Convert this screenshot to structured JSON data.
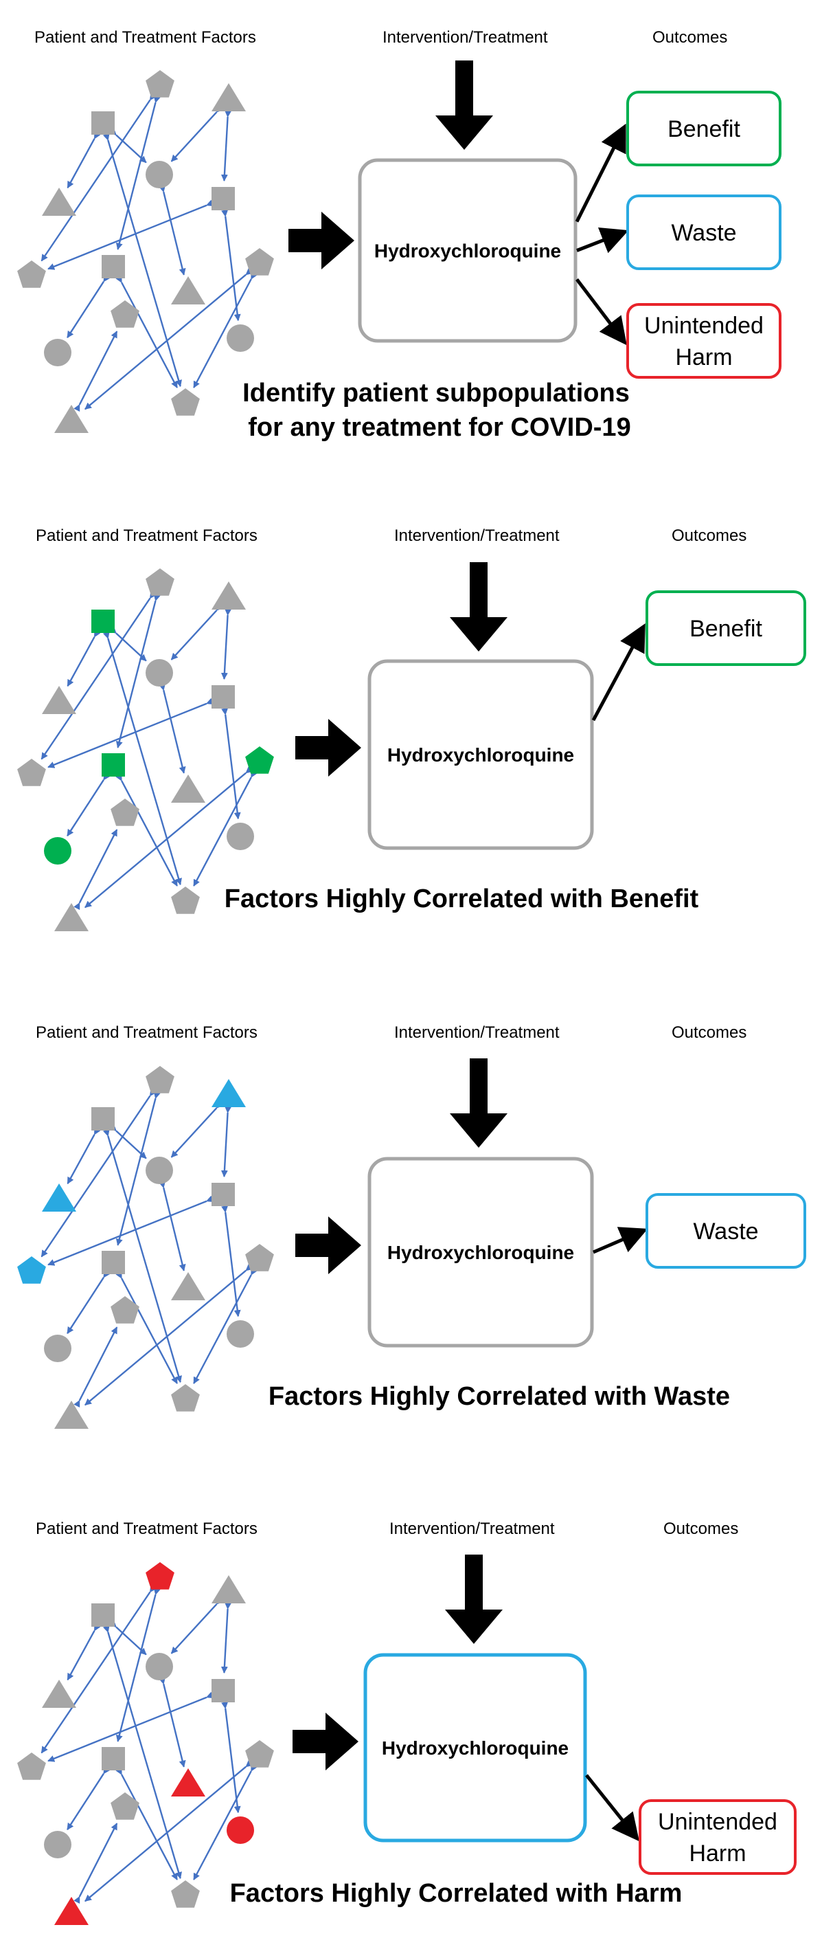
{
  "colors": {
    "gray": "#a6a6a6",
    "green": "#00b050",
    "blue": "#29a9e1",
    "red": "#e8232a",
    "edge": "#4472c4",
    "box_border": "#a6a6a6"
  },
  "panels": [
    {
      "header_factors": "Patient and Treatment Factors",
      "header_intervention": "Intervention/Treatment",
      "header_outcomes": "Outcomes",
      "center": "Hydroxychloroquine",
      "center_style": "gray",
      "outcomes": [
        {
          "lines": [
            "Benefit"
          ],
          "color": "green"
        },
        {
          "lines": [
            "Waste"
          ],
          "color": "blue"
        },
        {
          "lines": [
            "Unintended",
            "Harm"
          ],
          "color": "red"
        }
      ],
      "caption": [
        "Identify patient subpopulations",
        "for any treatment for COVID-19"
      ],
      "highlight": "none"
    },
    {
      "header_factors": "Patient and Treatment Factors",
      "header_intervention": "Intervention/Treatment",
      "header_outcomes": "Outcomes",
      "center": "Hydroxychloroquine",
      "center_style": "gray",
      "outcomes": [
        {
          "lines": [
            "Benefit"
          ],
          "color": "green"
        }
      ],
      "caption": [
        "Factors Highly Correlated with Benefit"
      ],
      "highlight": "benefit"
    },
    {
      "header_factors": "Patient and Treatment Factors",
      "header_intervention": "Intervention/Treatment",
      "header_outcomes": "Outcomes",
      "center": "Hydroxychloroquine",
      "center_style": "gray",
      "outcomes": [
        {
          "lines": [
            "Waste"
          ],
          "color": "blue"
        }
      ],
      "caption": [
        "Factors Highly Correlated with Waste"
      ],
      "highlight": "waste"
    },
    {
      "header_factors": "Patient and Treatment Factors",
      "header_intervention": "Intervention/Treatment",
      "header_outcomes": "Outcomes",
      "center": "Hydroxychloroquine",
      "center_style": "blue",
      "outcomes": [
        {
          "lines": [
            "Unintended",
            "Harm"
          ],
          "color": "red"
        }
      ],
      "caption": [
        "Factors Highly Correlated with Harm"
      ],
      "highlight": "harm"
    }
  ],
  "nodes": [
    {
      "id": "pentagon-top",
      "shape": "pentagon"
    },
    {
      "id": "triangle-top-right",
      "shape": "triangle"
    },
    {
      "id": "square-top-left",
      "shape": "square"
    },
    {
      "id": "circle-center",
      "shape": "circle"
    },
    {
      "id": "triangle-left",
      "shape": "triangle"
    },
    {
      "id": "square-right",
      "shape": "square"
    },
    {
      "id": "pentagon-left",
      "shape": "pentagon"
    },
    {
      "id": "square-middle",
      "shape": "square"
    },
    {
      "id": "triangle-center",
      "shape": "triangle"
    },
    {
      "id": "pentagon-right",
      "shape": "pentagon"
    },
    {
      "id": "circle-bottom-left",
      "shape": "circle"
    },
    {
      "id": "pentagon-middle",
      "shape": "pentagon"
    },
    {
      "id": "circle-right",
      "shape": "circle"
    },
    {
      "id": "triangle-bottom-left",
      "shape": "triangle"
    },
    {
      "id": "pentagon-bottom",
      "shape": "pentagon"
    }
  ],
  "edges": [
    [
      "square-top-left",
      "circle-center"
    ],
    [
      "square-top-left",
      "triangle-left"
    ],
    [
      "square-top-left",
      "pentagon-bottom"
    ],
    [
      "pentagon-top",
      "pentagon-left"
    ],
    [
      "pentagon-top",
      "square-middle"
    ],
    [
      "triangle-top-right",
      "circle-center"
    ],
    [
      "triangle-top-right",
      "square-right"
    ],
    [
      "square-right",
      "pentagon-left"
    ],
    [
      "square-right",
      "circle-right"
    ],
    [
      "circle-center",
      "triangle-center"
    ],
    [
      "square-middle",
      "pentagon-bottom"
    ],
    [
      "square-middle",
      "circle-bottom-left"
    ],
    [
      "pentagon-right",
      "triangle-bottom-left"
    ],
    [
      "pentagon-right",
      "pentagon-bottom"
    ],
    [
      "triangle-bottom-left",
      "pentagon-middle"
    ]
  ],
  "highlights": {
    "none": {},
    "benefit": {
      "square-top-left": "green",
      "square-middle": "green",
      "circle-bottom-left": "green",
      "pentagon-right": "green"
    },
    "waste": {
      "triangle-top-right": "blue",
      "triangle-left": "blue",
      "pentagon-left": "blue"
    },
    "harm": {
      "pentagon-top": "red",
      "triangle-center": "red",
      "circle-right": "red",
      "triangle-bottom-left": "red"
    }
  }
}
